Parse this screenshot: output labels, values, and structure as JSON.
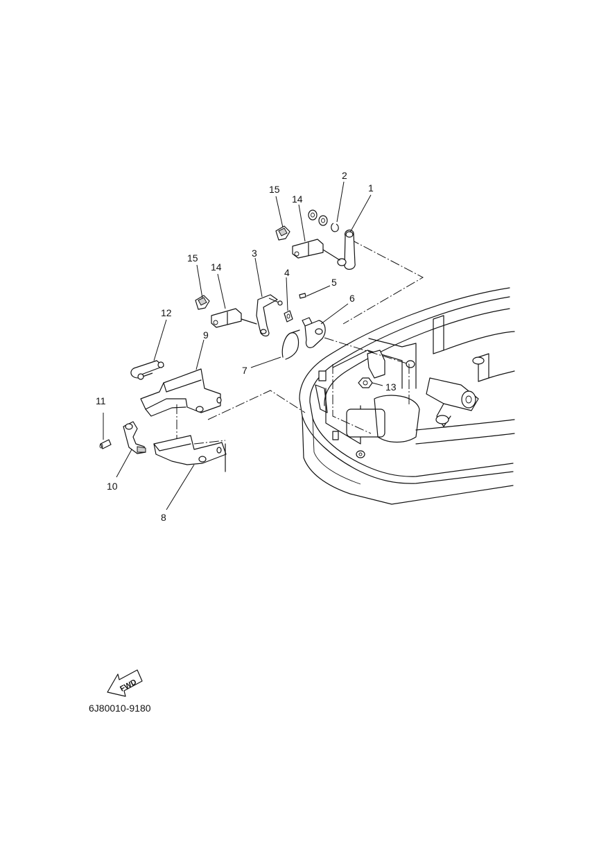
{
  "diagram": {
    "part_code": "6J80010-9180",
    "fwd_label": "FWD",
    "callouts": [
      {
        "id": "c1",
        "text": "1"
      },
      {
        "id": "c2",
        "text": "2"
      },
      {
        "id": "c3",
        "text": "3"
      },
      {
        "id": "c4",
        "text": "4"
      },
      {
        "id": "c5",
        "text": "5"
      },
      {
        "id": "c6",
        "text": "6"
      },
      {
        "id": "c7",
        "text": "7"
      },
      {
        "id": "c8",
        "text": "8"
      },
      {
        "id": "c9",
        "text": "9"
      },
      {
        "id": "c10",
        "text": "10"
      },
      {
        "id": "c11",
        "text": "11"
      },
      {
        "id": "c12",
        "text": "12"
      },
      {
        "id": "c13",
        "text": "13"
      },
      {
        "id": "c14a",
        "text": "14"
      },
      {
        "id": "c14b",
        "text": "14"
      },
      {
        "id": "c15a",
        "text": "15"
      },
      {
        "id": "c15b",
        "text": "15"
      }
    ]
  }
}
